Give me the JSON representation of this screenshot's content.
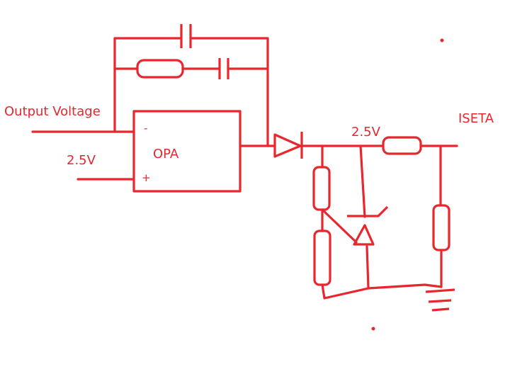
{
  "labels": {
    "output_voltage": "Output Voltage",
    "vref_input": "2.5V",
    "opa": "OPA",
    "minus_pin": "-",
    "plus_pin": "+",
    "shunt_ref": "2.5V",
    "iseta": "ISETA"
  },
  "colors": {
    "ink": "#e8262e",
    "background": "#ffffff"
  }
}
